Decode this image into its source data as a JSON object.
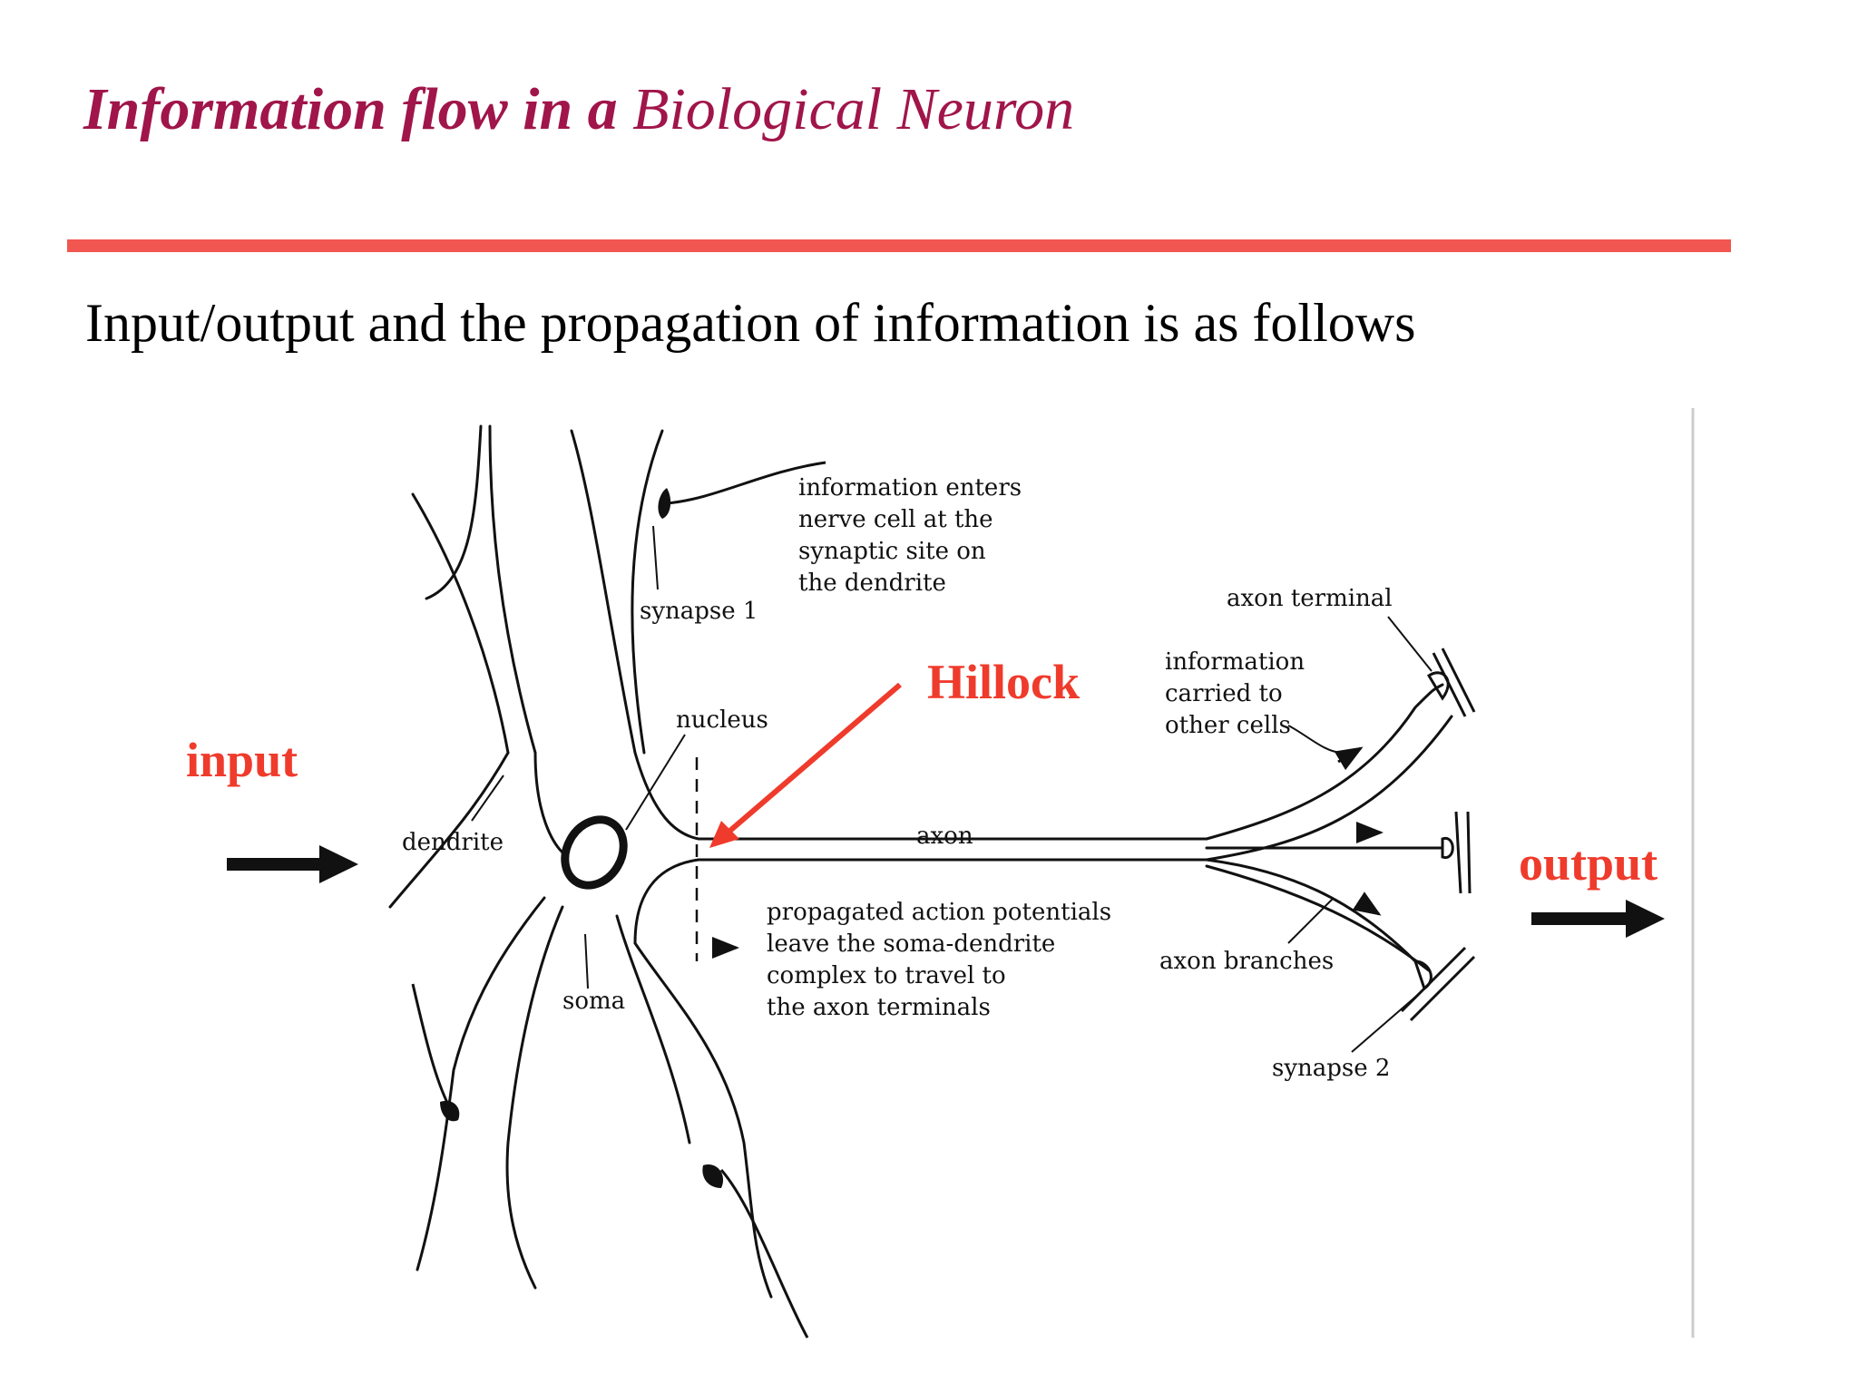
{
  "slide": {
    "title_bold": "Information flow in a",
    "title_regular": "Biological Neuron",
    "subtitle": "Input/output and the propagation of information  is as follows"
  },
  "colors": {
    "title": "#a0154a",
    "rule": "#f25650",
    "accent_red": "#ef3b2c",
    "ink": "#111111"
  },
  "diagram": {
    "input_label": "input",
    "output_label": "output",
    "hillock_label": "Hillock",
    "dendrite": "dendrite",
    "soma": "soma",
    "nucleus": "nucleus",
    "synapse1": "synapse 1",
    "axon": "axon",
    "axon_terminal": "axon terminal",
    "axon_branches": "axon branches",
    "synapse2": "synapse 2",
    "info_enters": [
      "information enters",
      "nerve cell at the",
      "synaptic site on",
      "the dendrite"
    ],
    "info_carried": [
      "information",
      "carried to",
      "other cells"
    ],
    "propagated": [
      "propagated action potentials",
      "leave the soma-dendrite",
      "complex to travel to",
      "the axon terminals"
    ]
  }
}
